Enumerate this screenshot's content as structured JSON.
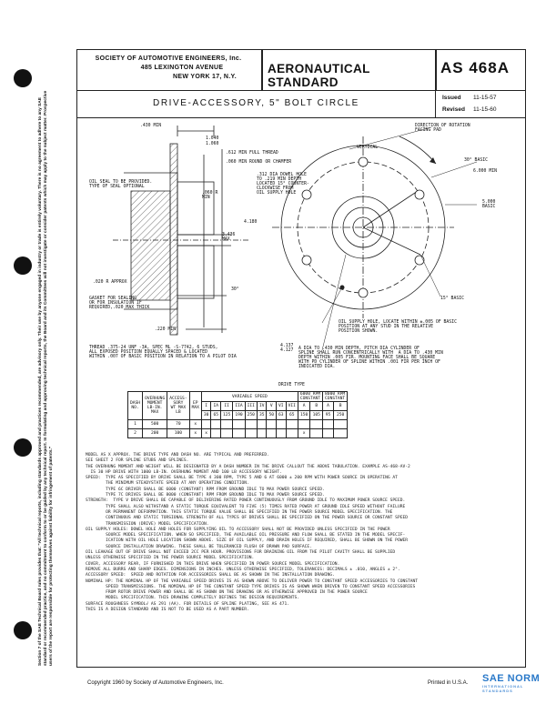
{
  "header": {
    "society_line1": "SOCIETY OF AUTOMOTIVE ENGINEERS, Inc.",
    "society_line2": "485 LEXINGTON AVENUE",
    "society_line3": "NEW YORK 17, N.Y.",
    "standard_title": "AERONAUTICAL STANDARD",
    "as_number": "AS 468A"
  },
  "title": {
    "name": "DRIVE-ACCESSORY, 5\" BOLT CIRCLE",
    "issued_label": "Issued",
    "issued_date": "11-15-57",
    "revised_label": "Revised",
    "revised_date": "11-15-60"
  },
  "side_text": "Section 7 of the SAE Technical Board rules provides that: \"All technical reports, including standards approved and practices recommended, are advisory only. Their use by anyone engaged in industry or trade is entirely voluntary. There is no agreement to adhere to any SAE standard or recommended practice, and no commitment to conform to or be guided by any technical report. In formulating and approving technical reports, the Board and its Committees will not investigate or consider patents which may apply to the subject matter. Prospective users of the report are responsible for protecting themselves against liability for infringement of patents.\"",
  "drawing_labels": {
    "d430": ".430 MIN",
    "d1040": "1.040",
    "d1060": "1.060",
    "d612": ".612 MIN FULL THREAD",
    "d060": ".060 MIN ROUND OR CHAMFER",
    "oil_seal": "OIL SEAL TO BE PROVIDED.\nTYPE OF SEAL OPTIONAL",
    "dowel": ".312 DIA DOWEL HOLE\nTO .219 MIN DEPTH\nLOCATED 15° COUNTER-\nCLOCKWISE FROM\nOIL SUPPLY HOLE",
    "d060b": ".060 R\nMIN",
    "d4180": "4.180",
    "d3436": "3.436\nMAX",
    "d020": ".020 R APPROX",
    "gasket": "GASKET FOR SEALING\nOR FOR INSULATION IF\nREQUIRED,.020 MAX THICK",
    "d220": ".220 MIN",
    "d30": "30°",
    "direction": "DIRECTION OF ROTATION\nFACING PAD",
    "vertical": "VERTICAL",
    "basic30": "30° BASIC",
    "d6000": "6.000 MIN",
    "d5000": "5.000\nBASIC",
    "basic15": "15° BASIC",
    "oil_supply": "OIL SUPPLY HOLE, LOCATE WITHIN ±.005 OF BASIC\nPOSITION AT ANY STUD IN THE RELATIVE\nPOSITION SHOWN.",
    "spline_dia": "4.137\n4.127",
    "spline_note": "A DIA TO .430 MIN DEPTH, PITCH DIA CYLINDER OF\nSPLINE SHALL RUN CONCENTRICALLY WITH  A DIA TO .430 MIN\nDEPTH WITHIN .005 FIR. MOUNTING FACE SHALL BE SQUARE\nWITH PD CYLINDER OF SPLINE WITHIN .001 FIR PER INCH OF\nINDICATED DIA.",
    "thread": "THREAD .375-24 UNF -3A, SPEC ML -S-7742, 6 STUDS,\nALL EXPOSED POSITION EQUALLY SPACED & LOCATED\nWITHIN .007 OF BASIC POSITION IN RELATION TO A PILOT DIA"
  },
  "table": {
    "caption": "DRIVE TYPE",
    "h_dash": "DASH\nNO.",
    "h_overhang": "OVERHUNG\nMOMENT\nLB-IN.\nMAX",
    "h_access": "ACCESS-\nSORY\nWT MAX\nLB",
    "h_ep": "EP\nMAX",
    "h_variable": "VARIABLE SPEED",
    "h_6000": "6000 RPM\nCONSTANT",
    "h_8000": "8000 RPM\nCONSTANT",
    "sub": [
      "I",
      "IA",
      "II",
      "IIA",
      "III",
      "IV",
      "V",
      "VI",
      "VII",
      "A",
      "B",
      "A",
      "B"
    ],
    "vals": [
      "30",
      "65",
      "125",
      "190",
      "250",
      "35",
      "50",
      "63",
      "65",
      "150",
      "105",
      "95",
      "250"
    ],
    "rows": [
      {
        "dash": "1",
        "moment": "500",
        "weight": "70"
      },
      {
        "dash": "2",
        "moment": "200",
        "weight": "100"
      }
    ]
  },
  "notes": "MODEL AS X APPROX. THE DRIVE TYPE AND DASH NO. ARE TYPICAL AND PREFERRED.\nSEE SHEET 2 FOR SPLINE STUBS AND SPLINES.\nTHE OVERHUNG MOMENT AND WEIGHT WILL BE DESIGNATED BY A DASH NUMBER IN THE DRIVE CALLOUT THE ABOVE TABULATION. EXAMPLE AS-468-AV-2\n  IS 30 HP DRIVE WITH 1000 LB-IN. OVERHUNG MOMENT AND 100 LB ACCESSORY WEIGHT.\nSPEED:  TYPE AS SPECIFIED BY DRIVE SHALL BE TYPE 4 300 RPM, TYPE 5 AND 6 AT 6000 ± 200 RPM WITH POWER SOURCE IN OPERATING AT\n        THE MINIMUM STEADYSTATE SPEED AT ANY OPERATING CONDITION.\n        TYPE 6C DRIVER SHALL BE 6000 (CONSTANT) RPM FROM GROUND IDLE TO MAX POWER SOURCE SPEED.\n        TYPE 7C DRIVES SHALL BE 8000 (CONSTANT) RPM FROM GROUND IDLE TO MAX POWER SOURCE SPEED.\nSTRENGTH:  TYPE V DRIVE SHALL BE CAPABLE OF DELIVERING RATED POWER CONTINUOUSLY FROM GROUND IDLE TO MAXIMUM POWER SOURCE SPEED.\n        TYPE SHALL ALSO WITHSTAND A STATIC TORQUE EQUIVALENT TO FIVE (5) TIMES RATED POWER AT GROUND IDLE SPEED WITHOUT FAILURE\n        OR PERMANENT DEFORMATION. THIS STATIC TORQUE VALUE SHALL BE SPECIFIED IN THE POWER SOURCE MODEL SPECIFICATION. THE\n        CONTINUOUS AND STATIC TORSIONAL STRENGTH OF ALL TYPES OF DRIVES SHALL BE SPECIFIED ON THE POWER SOURCE OR CONSTANT SPEED\n        TRANSMISSION (DRIVE) MODEL SPECIFICATION.\nOIL SUPPLY HOLES: DOWEL HOLE AND HOLES FOR SUPPLYING OIL TO ACCESSORY SHALL NOT BE PROVIDED UNLESS SPECIFIED IN THE POWER\n        SOURCE MODEL SPECIFICATION. WHEN SO SPECIFIED, THE AVAILABLE OIL PRESSURE AND FLOW SHALL BE STATED IN THE MODEL SPECIF-\n        ICATION WITH OIL HOLE LOCATION SHOWN ABOVE. SIZE OF OIL SUPPLY, AND DRAIN HOLES IF REQUIRED, SHALL BE SHOWN ON THE POWER\n        SOURCE INSTALLATION DRAWING. THESE SHALL BE TOLERANCED FLUSH OF DRAWN PAD SURFACE.\nOIL LEAKAGE OUT OF DRIVE SHALL NOT EXCEED 2CC PER HOUR. PROVISIONS FOR DRAINING OIL FROM THE PILOT CAVITY SHALL BE SUPPLIED\nUNLESS OTHERWISE SPECIFIED IN THE POWER SOURCE MODEL SPECIFICATION.\nCOVER, ACCESSORY REAR, IF FURNISHED IN THIS DRIVE WHEN SPECIFIED IN POWER SOURCE MODEL SPECIFICATION.\nREMOVE ALL BURRS AND SHARP EDGES. DIMENSIONS IN INCHES. UNLESS OTHERWISE SPECIFIED, TOLERANCES: DECIMALS ± .010, ANGLES ± 2°.\nACCESSORY SPEED:  SPEED AND ROTATION FOR ACCESSORIES SHALL BE AS SHOWN IN THE INSTALLATION DRAWING.\nNOMINAL HP: THE NOMINAL HP OF THE VARIABLE SPEED DRIVES IS AS SHOWN ABOVE TO DELIVER POWER TO CONSTANT SPEED ACCESSORIES TO CONSTANT\n        SPEED TRANSMISSIONS. THE NOMINAL HP OF THE CONSTANT SPEED TYPE DRIVES IS AS SHOWN WHEN DRIVEN TO CONSTANT SPEED ACCESSORIES\n        FROM ROTOR DRIVE POWER AND SHALL BE AS SHOWN ON THE DRAWING OR AS OTHERWISE APPROVED IN THE POWER SOURCE\n        MODEL SPECIFICATION. THIS DRAWING COMPLETELY DEFINES THE DESIGN REQUIREMENTS.\nSURFACE ROUGHNESS SYMBOL√ AS 291 (AA). FOR DETAILS OF SPLINE PLATING, SEE AS 471.\nTHIS IS A DESIGN STANDARD AND IS NOT TO BE USED AS A PART NUMBER.",
  "footer": {
    "copyright": "Copyright 1960  by Society of Automotive Engineers, Inc.",
    "printed": "Printed in U.S.A.",
    "watermark": "SAE NORM",
    "watermark_sub": "INTERNATIONAL STANDARDS"
  }
}
